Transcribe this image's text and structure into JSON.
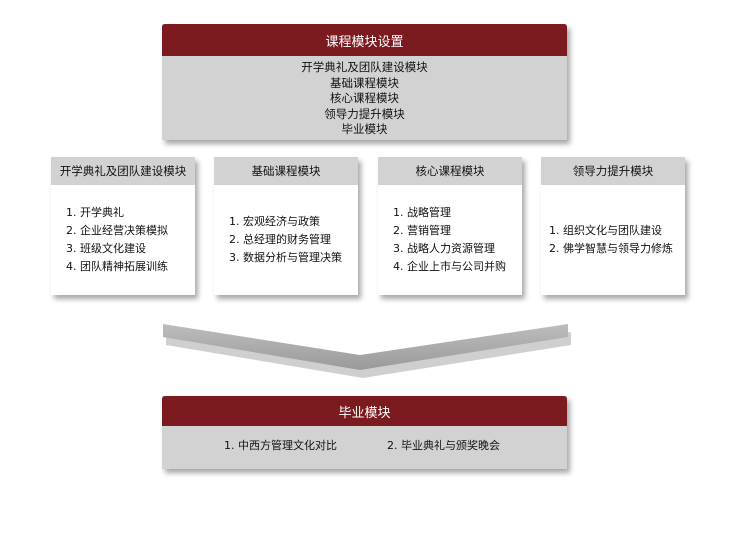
{
  "top": {
    "title": "课程模块设置",
    "items": [
      "开学典礼及团队建设模块",
      "基础课程模块",
      "核心课程模块",
      "领导力提升模块",
      "毕业模块"
    ]
  },
  "modules": [
    {
      "title": "开学典礼及团队建设模块",
      "items": [
        "1. 开学典礼",
        "2. 企业经营决策模拟",
        "3. 班级文化建设",
        "4. 团队精神拓展训练"
      ]
    },
    {
      "title": "基础课程模块",
      "items": [
        "1. 宏观经济与政策",
        "2. 总经理的财务管理",
        "3. 数据分析与管理决策"
      ]
    },
    {
      "title": "核心课程模块",
      "items": [
        "1. 战略管理",
        "2. 营销管理",
        "3. 战略人力资源管理",
        "4. 企业上市与公司并购"
      ]
    },
    {
      "title": "领导力提升模块",
      "items": [
        "1. 组织文化与团队建设",
        "2. 佛学智慧与领导力修炼"
      ]
    }
  ],
  "graduation": {
    "title": "毕业模块",
    "items": [
      "1. 中西方管理文化对比",
      "2. 毕业典礼与颁奖晚会"
    ]
  },
  "colors": {
    "header_red": "#7b1b20",
    "panel_gray": "#d2d2d2"
  }
}
